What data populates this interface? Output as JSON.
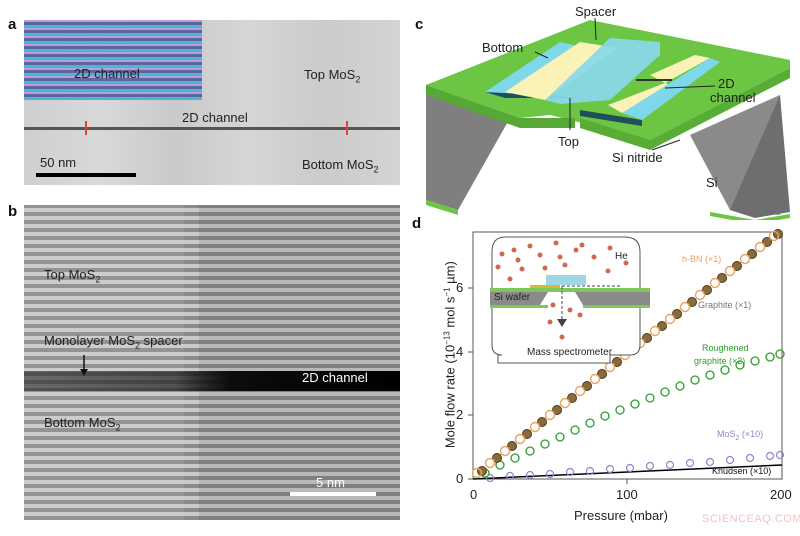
{
  "panels": {
    "a": {
      "label": "a",
      "inset_label": "2D channel",
      "channel_label": "2D channel",
      "top_label": "Top MoS",
      "top_sub": "2",
      "bottom_label": "Bottom MoS",
      "bottom_sub": "2",
      "scale_bar": "50 nm"
    },
    "b": {
      "label": "b",
      "top_label": "Top MoS",
      "top_sub": "2",
      "spacer_label_pre": "Monolayer MoS",
      "spacer_sub": "2",
      "spacer_label_post": " spacer",
      "channel_label": "2D channel",
      "bottom_label": "Bottom MoS",
      "bottom_sub": "2",
      "scale_bar": "5 nm"
    },
    "c": {
      "label": "c",
      "callouts": {
        "spacer": "Spacer",
        "bottom": "Bottom",
        "top": "Top",
        "channel_line1": "2D",
        "channel_line2": "channel",
        "si_nitride": "Si nitride",
        "si": "Si"
      },
      "colors": {
        "nitride": "#6cc644",
        "si": "#8a8a8a",
        "graphite": "#fbf2b8",
        "hbn": "#7fd8ea"
      }
    },
    "d": {
      "label": "d",
      "inset": {
        "gas": "He",
        "wafer": "Si wafer",
        "detector": "Mass spectrometer"
      }
    }
  },
  "chart_data": {
    "type": "scatter",
    "title": "",
    "xlabel": "Pressure (mbar)",
    "ylabel": "Mole flow rate (10^-13 mol s^-1 µm)",
    "ylabel_parts": {
      "pre": "Mole flow rate (10",
      "exp": "−13",
      "mid": " mol s",
      "exp2": "−1",
      "post": " µm)"
    },
    "xlim": [
      0,
      200
    ],
    "ylim": [
      0,
      7.6
    ],
    "xticks": [
      "0",
      "100",
      "200"
    ],
    "yticks": [
      "0",
      "2",
      "4",
      "6"
    ],
    "grid": false,
    "series": [
      {
        "name": "h-BN (×1)",
        "color": "#e8a45a",
        "marker": "open-circle",
        "x": [
          0,
          50,
          100,
          150,
          200
        ],
        "y": [
          0,
          1.95,
          3.9,
          5.85,
          7.7
        ]
      },
      {
        "name": "Graphite (×1)",
        "color": "#7a5a30",
        "marker": "filled-circle",
        "x": [
          0,
          50,
          100,
          150,
          200
        ],
        "y": [
          0,
          1.9,
          3.85,
          5.8,
          7.6
        ]
      },
      {
        "name": "Roughened graphite (×2)",
        "color": "#2e9e2e",
        "marker": "open-circle",
        "x": [
          0,
          50,
          100,
          150,
          200
        ],
        "y": [
          0,
          1.1,
          2.05,
          2.85,
          3.6
        ]
      },
      {
        "name": "MoS2 (×10)",
        "color": "#8888cc",
        "marker": "open-circle",
        "x": [
          0,
          50,
          100,
          150,
          200
        ],
        "y": [
          0,
          0.3,
          0.5,
          0.7,
          0.9
        ]
      },
      {
        "name": "Knudsen (×10)",
        "color": "#000000",
        "marker": "line",
        "x": [
          0,
          200
        ],
        "y": [
          0,
          0.45
        ]
      }
    ],
    "series_labels": {
      "hbn": "h-BN (×1)",
      "graphite": "Graphite (×1)",
      "rough1": "Roughened",
      "rough2": "graphite (×2)",
      "mos2_pre": "MoS",
      "mos2_sub": "2",
      "mos2_post": " (×10)",
      "knudsen": "Knudsen (×10)"
    }
  },
  "watermark": "SCIENCEAQ.COM"
}
